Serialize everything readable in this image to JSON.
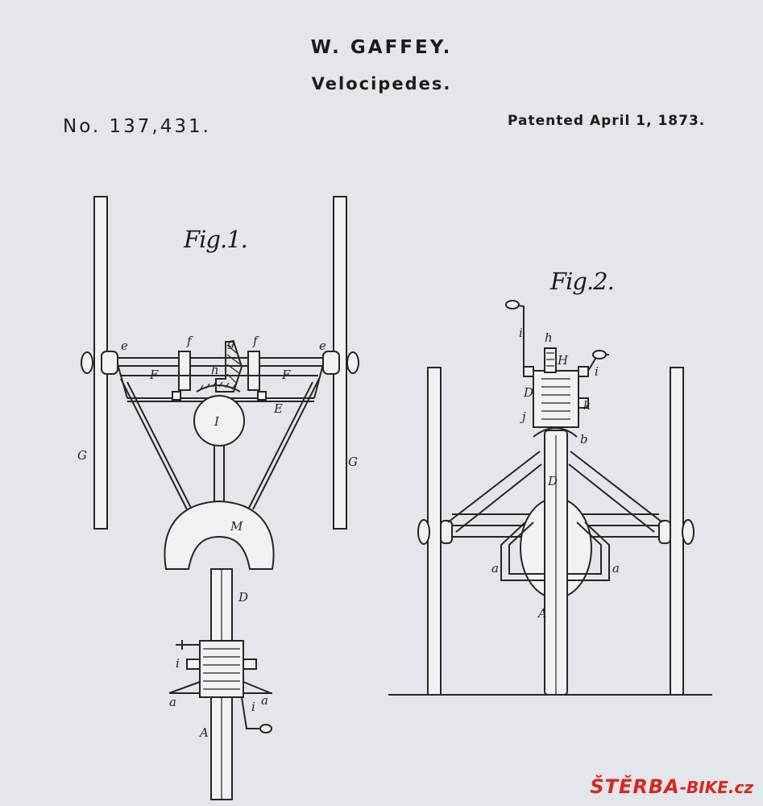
{
  "header": {
    "inventor": "W. GAFFEY.",
    "subject": "Velocipedes.",
    "patent_number": "No. 137,431.",
    "date": "Patented April 1, 1873."
  },
  "figures": {
    "fig1_title": "Fig.1.",
    "fig2_title": "Fig.2."
  },
  "labels": {
    "fig1": [
      "e",
      "f",
      "g",
      "f",
      "e",
      "F",
      "h",
      "F",
      "E",
      "I",
      "G",
      "G",
      "M",
      "D",
      "i",
      "a",
      "i",
      "a",
      "A"
    ],
    "fig2": [
      "i",
      "h",
      "H",
      "i",
      "D",
      "k",
      "j",
      "b",
      "D",
      "a",
      "a",
      "A"
    ]
  },
  "watermark": {
    "brand": "ŠTĚRBA",
    "suffix": "-BIKE.cz"
  }
}
